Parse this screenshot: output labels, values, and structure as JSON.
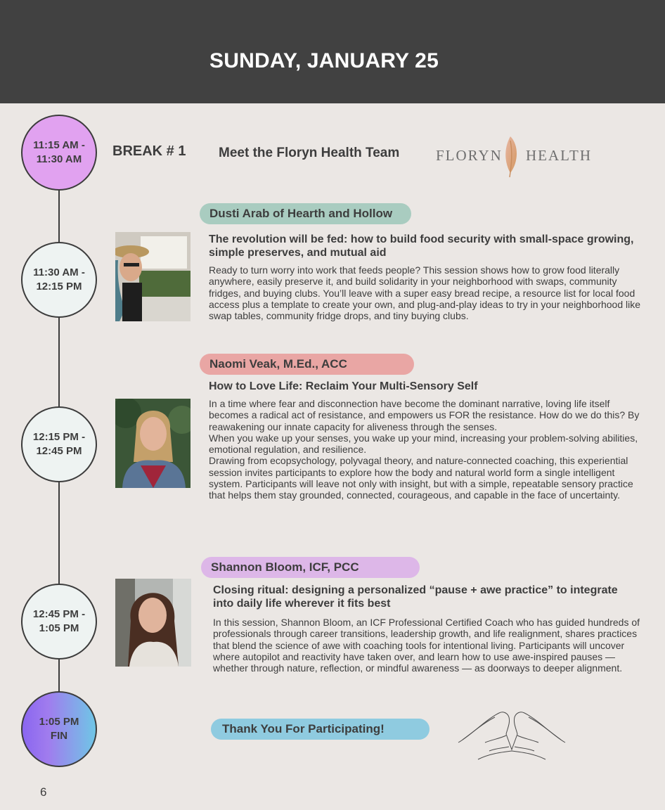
{
  "header": {
    "title": "SUNDAY, JANUARY 25"
  },
  "timeline": [
    {
      "line1": "11:15 AM -",
      "line2": "11:30 AM"
    },
    {
      "line1": "11:30 AM -",
      "line2": "12:15 PM"
    },
    {
      "line1": "12:15 PM -",
      "line2": "12:45 PM"
    },
    {
      "line1": "12:45 PM -",
      "line2": "1:05 PM"
    },
    {
      "line1": "1:05 PM",
      "line2": "FIN"
    }
  ],
  "break": {
    "label": "BREAK # 1",
    "title": "Meet the Floryn Health Team",
    "logo_left": "FLORYN",
    "logo_right": "HEALTH"
  },
  "sessions": [
    {
      "speaker": "Dusti Arab of Hearth and Hollow",
      "title": "The revolution will be fed: how to build food security with small-space growing, simple preserves, and mutual aid",
      "description": "Ready to turn worry into work that feeds people? This session shows how to grow food literally anywhere, easily preserve it, and build solidarity in your neighborhood with swaps, community fridges, and buying clubs. You’ll leave with a super easy bread recipe, a resource list for local food access plus a template to create your own, and plug-and-play ideas to try in your neighborhood like swap tables, community fridge drops, and tiny buying clubs."
    },
    {
      "speaker": "Naomi Veak, M.Ed., ACC",
      "title": "How to Love Life: Reclaim Your Multi-Sensory Self",
      "description": "In a time where fear and disconnection have become the dominant narrative, loving life itself becomes a radical act of resistance, and empowers us FOR the resistance. How do we do this? By reawakening our innate capacity for aliveness through the senses.\nWhen you wake up your senses, you wake up your mind, increasing your problem-solving abilities, emotional regulation, and resilience.\nDrawing from ecopsychology, polyvagal theory, and nature-connected coaching, this experiential session invites participants to explore how the body and natural world form a single intelligent system. Participants will leave not only with insight, but with a simple, repeatable sensory practice that helps them stay grounded, connected, courageous, and capable in the face of uncertainty."
    },
    {
      "speaker": "Shannon Bloom, ICF, PCC",
      "title": "Closing ritual: designing a personalized “pause + awe practice” to integrate into daily life wherever it fits best",
      "description": "In this session, Shannon Bloom, an ICF Professional Certified Coach who has guided hundreds of professionals through career transitions, leadership growth, and life realignment, shares practices that blend the science of awe with coaching tools for intentional living. Participants will uncover where autopilot and reactivity have taken over, and learn how to use awe-inspired pauses — whether through nature, reflection, or mindful awareness — as doorways to deeper alignment."
    }
  ],
  "closing": {
    "label": "Thank You For Participating!"
  },
  "page_number": "6",
  "colors": {
    "header": "#414141",
    "background": "#ebe7e4",
    "break_circle": "#e1a2f0",
    "pill_green": "#a9ccc0",
    "pill_rose": "#e9a6a4",
    "pill_lilac": "#ddb7e8",
    "pill_blue": "#8fcbe0"
  },
  "icons": [
    "leaf-logo-icon",
    "hands-heart-icon"
  ]
}
